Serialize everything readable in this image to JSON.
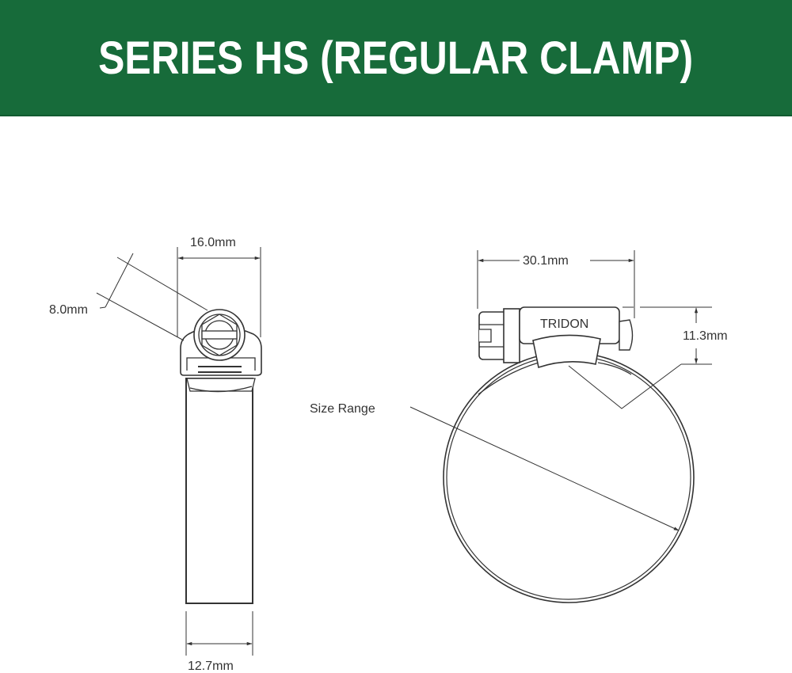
{
  "header": {
    "title": "SERIES HS (REGULAR CLAMP)",
    "background_color": "#176b3a",
    "text_color": "#ffffff"
  },
  "side_view": {
    "dimensions": {
      "housing_width": "16.0mm",
      "screw_head": "8.0mm",
      "band_width": "12.7mm"
    }
  },
  "front_view": {
    "brand_marking": "TRIDON",
    "dimensions": {
      "housing_length": "30.1mm",
      "housing_height": "11.3mm"
    },
    "size_range_label": "Size Range"
  },
  "colors": {
    "line": "#333333",
    "background": "#ffffff"
  }
}
